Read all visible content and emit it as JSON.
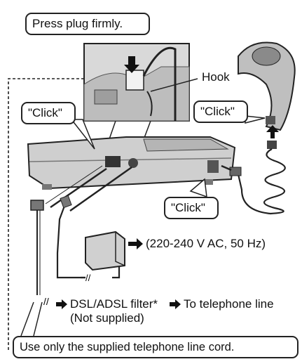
{
  "callouts": {
    "press_plug": "Press plug firmly.",
    "hook": "Hook",
    "click_base": "\"Click\"",
    "click_handset": "\"Click\"",
    "click_bottom": "\"Click\""
  },
  "labels": {
    "power_spec": "(220-240 V AC, 50 Hz)",
    "filter": "DSL/ADSL filter*",
    "to_line": "To telephone line",
    "not_supplied": "(Not supplied)",
    "warning": "Use only the supplied telephone line cord."
  },
  "icons": {
    "arrow": "black-right-arrow",
    "double_slash": "cord-break-mark"
  }
}
